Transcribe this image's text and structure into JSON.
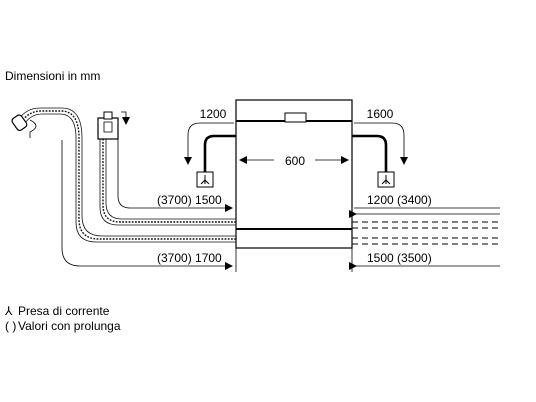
{
  "title": "Dimensioni in mm",
  "dimensions": {
    "width": "600",
    "left_cable": "1200",
    "right_cable": "1600",
    "upper_left": "(3700) 1500",
    "lower_left": "(3700) 1700",
    "upper_right": "1200 (3400)",
    "lower_right": "1500 (3500)"
  },
  "legend": {
    "socket_symbol": "⅄",
    "socket_label": "Presa di corrente",
    "parenthesis_symbol": "( )",
    "parenthesis_label": "Valori con prolunga"
  },
  "icons": {
    "socket": "power-socket-icon",
    "arrow": "arrow-icon"
  }
}
